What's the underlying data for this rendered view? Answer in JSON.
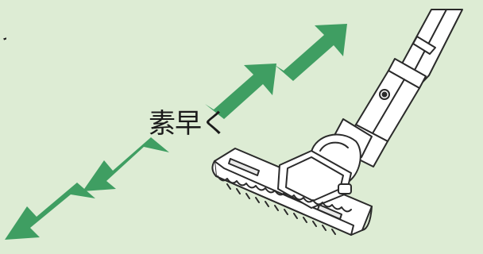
{
  "illustration": {
    "caption": "素早く",
    "edge_mark": "っ",
    "background_color": "#ddecd4",
    "arrow_color": "#3f9e62",
    "line_color": "#2a2a2a",
    "device_fill": "#ffffff",
    "arrows": [
      {
        "name": "arrow-up-right-1",
        "direction": "up-right"
      },
      {
        "name": "arrow-up-right-2",
        "direction": "up-right"
      },
      {
        "name": "arrow-down-left-1",
        "direction": "down-left"
      },
      {
        "name": "arrow-down-left-2",
        "direction": "down-left"
      }
    ],
    "device": "vacuum-cleaner-head-and-pipe-icon"
  }
}
